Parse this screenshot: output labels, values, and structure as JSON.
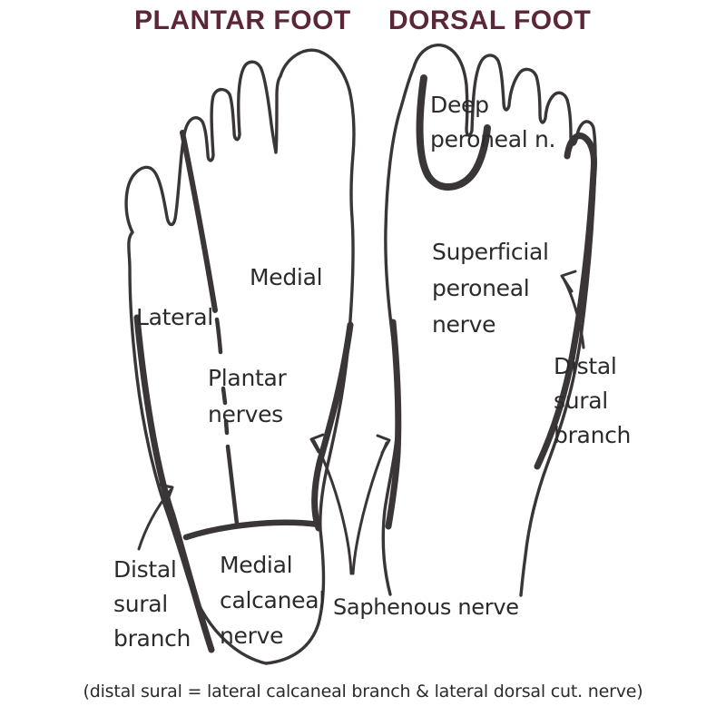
{
  "headers": {
    "plantar": "PLANTAR FOOT",
    "dorsal": "DORSAL FOOT"
  },
  "labels": {
    "medial": "Medial",
    "lateral": "Lateral",
    "plantar_nerves": "Plantar\nnerves",
    "medial_calcaneal": "Medial\ncalcaneal\nnerve",
    "distal_sural_left": "Distal\nsural\nbranch",
    "deep_peroneal": "Deep\nperoneal n.",
    "superficial_peroneal": "Superficial\nperoneal\nnerve",
    "distal_sural_right": "Distal\nsural\nbranch",
    "saphenous": "Saphenous nerve"
  },
  "footnote": "(distal sural = lateral calcaneal branch & lateral dorsal cut. nerve)",
  "colors": {
    "title": "#5c2639",
    "ink": "#3a3637",
    "background": "#ffffff"
  }
}
